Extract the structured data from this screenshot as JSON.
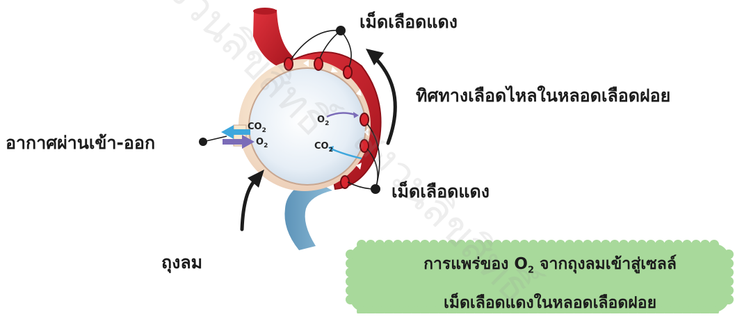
{
  "labels": {
    "rbc_top": "เม็ดเลือดแดง",
    "flow_direction": "ทิศทางเลือดไหลในหลอดเลือดฝอย",
    "air_exchange": "อากาศผ่านเข้า-ออก",
    "rbc_bottom": "เม็ดเลือดแดง",
    "air_sac": "ถุงลม"
  },
  "gas_labels": {
    "co2": "CO",
    "o2": "O",
    "subscript": "2"
  },
  "caption": {
    "line1_before": "การแพร่ของ O",
    "line1_sub": "2",
    "line1_after": " จากถุงลมเข้าสู่เซลล์",
    "line2": "เม็ดเลือดแดงในหลอดเลือดฝอย"
  },
  "colors": {
    "vessel_red": "#c0202a",
    "vessel_dark": "#8e1018",
    "vein_blue": "#6fa3c4",
    "alveolus_fill": "#e8eff6",
    "co2_arrow": "#3ea7dd",
    "o2_arrow": "#7b6cb8",
    "caption_green": "#a8d99b"
  }
}
